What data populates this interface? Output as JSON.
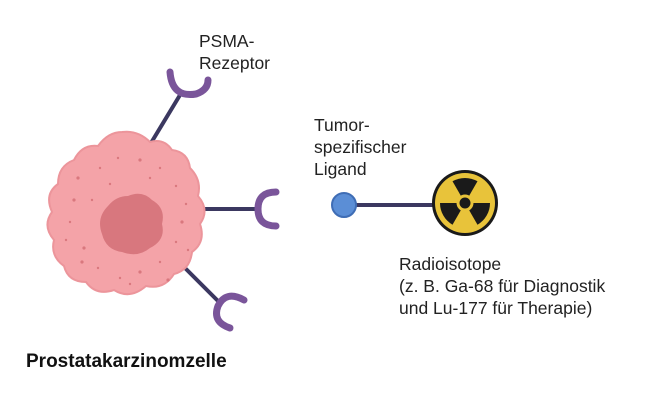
{
  "labels": {
    "receptor": [
      "PSMA-",
      "Rezeptor"
    ],
    "ligand": [
      "Tumor-",
      "spezifischer",
      "Ligand"
    ],
    "isotope": [
      "Radioisotope",
      "(z. B. Ga-68 für Diagnostik",
      "und Lu-177 für Therapie)"
    ],
    "cell": "Prostatakarzinomzelle"
  },
  "colors": {
    "cell_fill": "#F4A3A8",
    "cell_outline": "#EC959B",
    "nucleus": "#D8777E",
    "cell_dots": "#D9787E",
    "receptor": "#7A559A",
    "stem": "#3B3860",
    "ligand_fill": "#5B8ED6",
    "ligand_outline": "#3F6DB5",
    "trefoil_bg": "#E8C33A",
    "trefoil_fg": "#1A1A1A"
  }
}
